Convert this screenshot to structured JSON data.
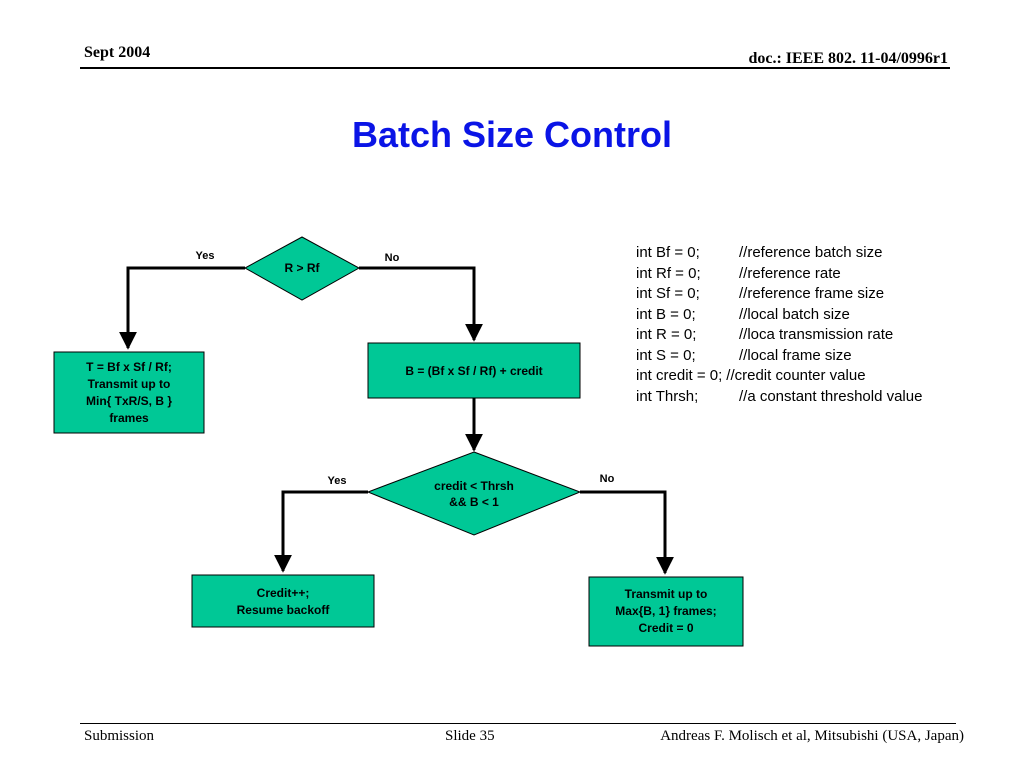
{
  "header": {
    "date": "Sept 2004",
    "doc_id": "doc.: IEEE 802. 11-04/0996r1"
  },
  "title": "Batch Size Control",
  "flowchart": {
    "decision1": "R > Rf",
    "decision1_yes": "Yes",
    "decision1_no": "No",
    "box_left": [
      "T = Bf x Sf / Rf;",
      "Transmit up to",
      "Min{ TxR/S, B }",
      "frames"
    ],
    "box_batch": "B = (Bf x Sf / Rf) + credit",
    "decision2": [
      "credit < Thrsh",
      "&& B < 1"
    ],
    "decision2_yes": "Yes",
    "decision2_no": "No",
    "box_credit": [
      "Credit++;",
      "Resume backoff"
    ],
    "box_transmit": [
      "Transmit up to",
      "Max{B, 1} frames;",
      "Credit = 0"
    ]
  },
  "colors": {
    "box_fill": "#00c896",
    "title_blue": "#0a14e6"
  },
  "variables": [
    {
      "decl": "int Bf = 0;",
      "comment": "//reference batch size"
    },
    {
      "decl": "int Rf = 0;",
      "comment": "//reference rate"
    },
    {
      "decl": "int Sf = 0;",
      "comment": "//reference frame size"
    },
    {
      "decl": "int B = 0;",
      "comment": "//local batch size"
    },
    {
      "decl": "int R = 0;",
      "comment": "//loca transmission rate"
    },
    {
      "decl": "int S = 0;",
      "comment": "//local frame size"
    },
    {
      "decl": "int credit = 0;",
      "comment": "//credit counter value"
    },
    {
      "decl": "int Thrsh;",
      "comment": "//a constant threshold value"
    }
  ],
  "footer": {
    "left": "Submission",
    "center": "Slide 35",
    "right": "Andreas F. Molisch et al, Mitsubishi (USA, Japan)"
  }
}
